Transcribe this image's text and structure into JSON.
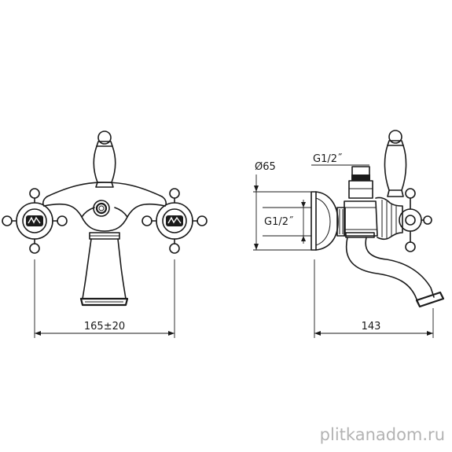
{
  "dimensions": {
    "front_width": "165±20",
    "side_depth": "143",
    "thread_top": "G1/2˝",
    "thread_side": "G1/2˝",
    "diameter": "Ø65"
  },
  "watermark": {
    "text": "plitkanadom.ru"
  },
  "colors": {
    "line": "#1a1a1a",
    "background": "#ffffff",
    "watermark": "#9a9a9a"
  }
}
